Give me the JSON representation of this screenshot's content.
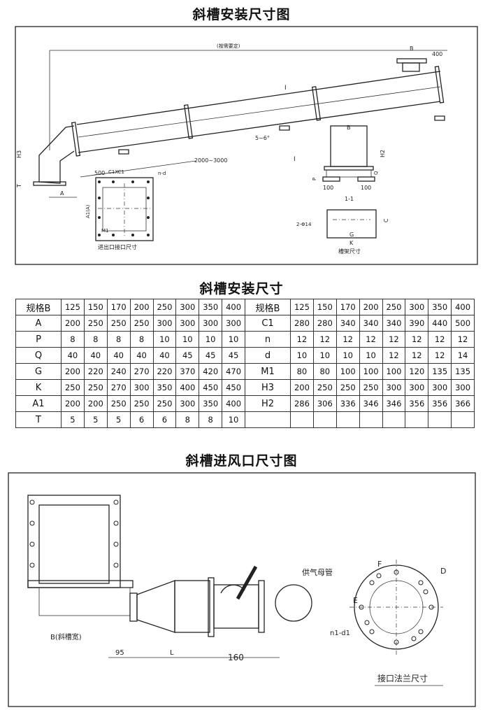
{
  "titles": {
    "install_drawing": "斜槽安装尺寸图",
    "install_table": "斜槽安装尺寸",
    "inlet_drawing": "斜槽进风口尺寸图"
  },
  "drawing1": {
    "overall_note": "(按需要定)",
    "B": "B",
    "dim_400": "400",
    "H3": "H3",
    "T": "T",
    "A": "A",
    "dim_500": "500",
    "dim_span": "2000~3000",
    "angle": "5~6°",
    "section_mark_top": "I",
    "section_mark_bottom": "I",
    "C1xC1": "C1XC1",
    "n_d": "n-d",
    "A1A": "A1(A)",
    "M1": "M1",
    "port_caption": "进出口接口尺寸",
    "H2": "H2",
    "Q": "Q",
    "P": "P",
    "dim_100": "100",
    "section_label": "1-1",
    "holes": "2-Φ14",
    "C": "C",
    "G": "G",
    "K": "K",
    "frame_caption": "槽架尺寸"
  },
  "table": {
    "header_label": "规格B",
    "sizes": [
      "125",
      "150",
      "170",
      "200",
      "250",
      "300",
      "350",
      "400"
    ],
    "left_rows": [
      {
        "name": "A",
        "values": [
          "200",
          "250",
          "250",
          "250",
          "300",
          "300",
          "300",
          "300"
        ]
      },
      {
        "name": "P",
        "values": [
          "8",
          "8",
          "8",
          "8",
          "10",
          "10",
          "10",
          "10"
        ]
      },
      {
        "name": "Q",
        "values": [
          "40",
          "40",
          "40",
          "40",
          "40",
          "45",
          "45",
          "45"
        ]
      },
      {
        "name": "G",
        "values": [
          "200",
          "220",
          "240",
          "270",
          "220",
          "370",
          "420",
          "470"
        ]
      },
      {
        "name": "K",
        "values": [
          "250",
          "250",
          "270",
          "300",
          "350",
          "400",
          "450",
          "450"
        ]
      },
      {
        "name": "A1",
        "values": [
          "200",
          "200",
          "250",
          "250",
          "250",
          "300",
          "350",
          "400"
        ]
      },
      {
        "name": "T",
        "values": [
          "5",
          "5",
          "5",
          "6",
          "6",
          "8",
          "8",
          "10"
        ]
      }
    ],
    "right_rows": [
      {
        "name": "C1",
        "values": [
          "280",
          "280",
          "340",
          "340",
          "340",
          "390",
          "440",
          "500"
        ]
      },
      {
        "name": "n",
        "values": [
          "12",
          "12",
          "12",
          "12",
          "12",
          "12",
          "12",
          "12"
        ]
      },
      {
        "name": "d",
        "values": [
          "10",
          "10",
          "10",
          "10",
          "12",
          "12",
          "12",
          "14"
        ]
      },
      {
        "name": "M1",
        "values": [
          "80",
          "80",
          "100",
          "100",
          "100",
          "120",
          "135",
          "135"
        ]
      },
      {
        "name": "H3",
        "values": [
          "200",
          "250",
          "250",
          "250",
          "300",
          "300",
          "300",
          "300"
        ]
      },
      {
        "name": "H2",
        "values": [
          "286",
          "306",
          "336",
          "346",
          "346",
          "356",
          "356",
          "366"
        ]
      }
    ]
  },
  "drawing2": {
    "B_width": "B(斜槽宽)",
    "dim_95": "95",
    "L": "L",
    "dim_160": "160",
    "supply_pipe": "供气母管",
    "n1_d1": "n1-d1",
    "E": "E",
    "D": "D",
    "F": "F",
    "flange_caption": "接口法兰尺寸"
  }
}
